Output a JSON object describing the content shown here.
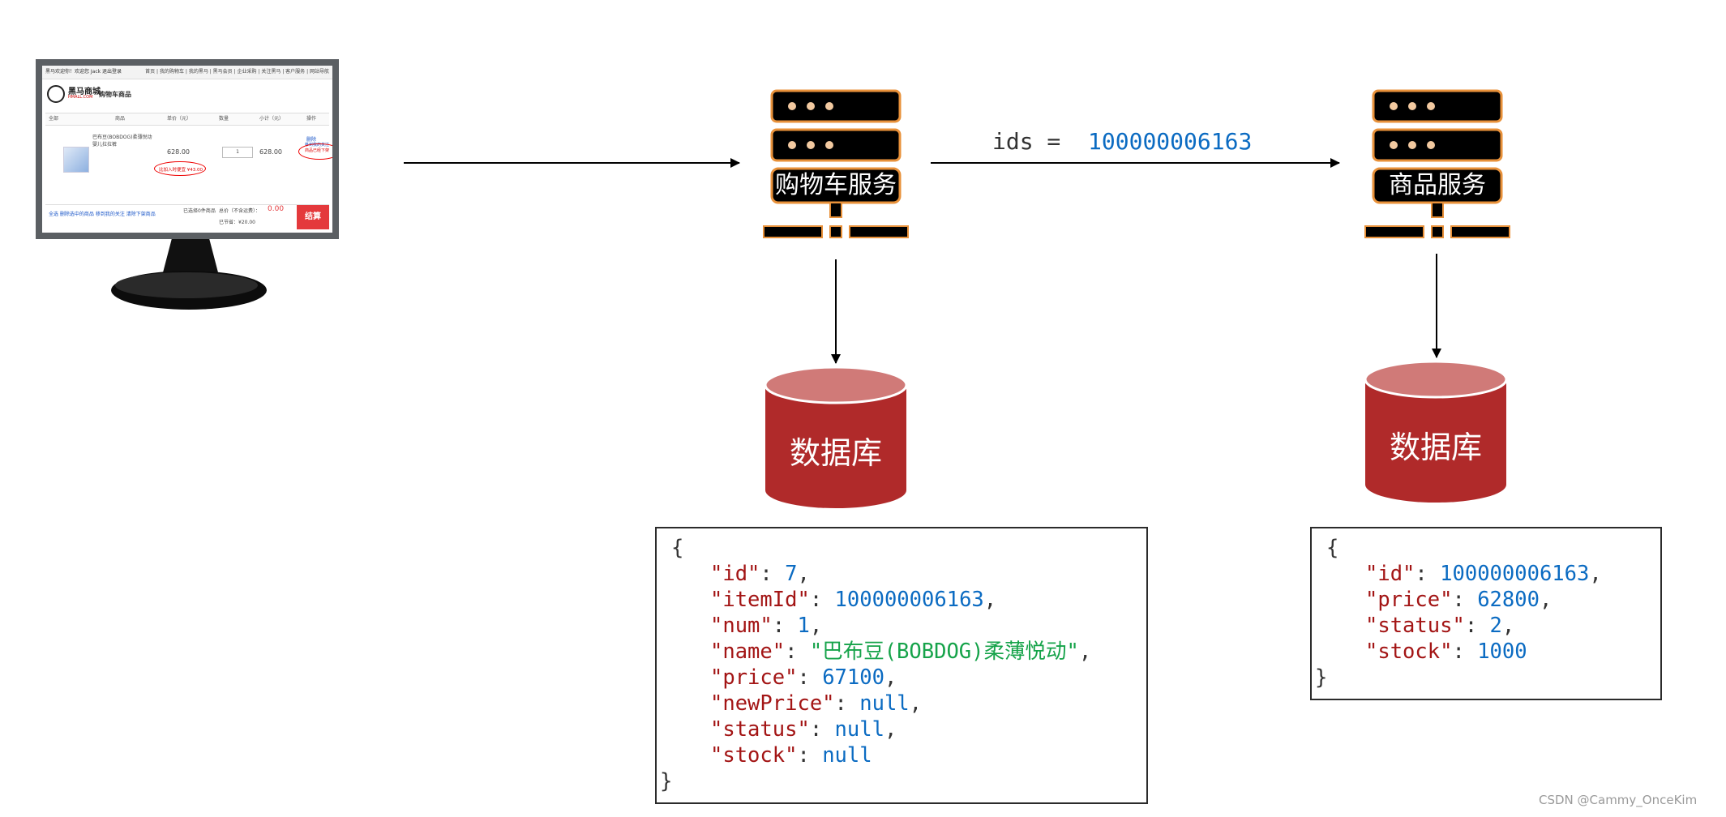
{
  "colors": {
    "server_fill": "#000000",
    "server_outline": "#e8913a",
    "server_dot": "#f2c9a0",
    "db_body": "#b02a2a",
    "db_top": "#d07a78",
    "db_rim": "#ffffff",
    "arrow": "#000000",
    "json_key": "#a31515",
    "json_number": "#0b6bc2",
    "json_string": "#16a34a"
  },
  "browser": {
    "topbar_left": "黑马欢迎你！欢迎您 Jack 退出登录",
    "topbar_right": "首页 | 我的购物车 | 我的黑马 | 黑马会员 | 企业采购 | 关注黑马 | 客户服务 | 网站导航",
    "brand": "黑马商城",
    "brand_sub": "HMALL.COM",
    "title": "购物车商品",
    "headers": [
      "全部",
      "商品",
      "单价（元）",
      "数量",
      "小计（元）",
      "操作"
    ],
    "item_name": "巴布豆(BOBDOG)柔薄悦动婴儿拉拉裤",
    "unit_price": "628.00",
    "subtotal": "628.00",
    "qty": "1",
    "price_note": "比加入时便宜 ¥43.00",
    "ops": [
      "删除",
      "移到我的关注",
      "商品已经下架"
    ],
    "footer_left": "全选  删除选中的商品  移到我的关注  清除下架商品",
    "footer_selected": "已选择0件商品",
    "footer_total_label": "总价（不含运费）：",
    "footer_total": "0.00",
    "footer_saved": "已节省：¥20.00",
    "checkout": "结算"
  },
  "cart_service": {
    "label": "购物车服务"
  },
  "product_service": {
    "label": "商品服务"
  },
  "db_left": {
    "label": "数据库"
  },
  "db_right": {
    "label": "数据库"
  },
  "request": {
    "key": "ids = ",
    "value": "100000006163"
  },
  "cart_json": {
    "open": "{",
    "close": "}",
    "fields": [
      {
        "key": "\"id\"",
        "value": "7",
        "type": "number",
        "comma": ","
      },
      {
        "key": "\"itemId\"",
        "value": "100000006163",
        "type": "number",
        "comma": ","
      },
      {
        "key": "\"num\"",
        "value": "1",
        "type": "number",
        "comma": ","
      },
      {
        "key": "\"name\"",
        "value": "\"巴布豆(BOBDOG)柔薄悦动\"",
        "type": "string",
        "comma": ","
      },
      {
        "key": "\"price\"",
        "value": "67100",
        "type": "number",
        "comma": ","
      },
      {
        "key": "\"newPrice\"",
        "value": "null",
        "type": "number",
        "comma": ","
      },
      {
        "key": "\"status\"",
        "value": "null",
        "type": "number",
        "comma": ","
      },
      {
        "key": "\"stock\"",
        "value": "null",
        "type": "number",
        "comma": ""
      }
    ]
  },
  "item_json": {
    "open": "{",
    "close": "}",
    "fields": [
      {
        "key": "\"id\"",
        "value": "100000006163",
        "type": "number",
        "comma": ","
      },
      {
        "key": "\"price\"",
        "value": "62800",
        "type": "number",
        "comma": ","
      },
      {
        "key": "\"status\"",
        "value": "2",
        "type": "number",
        "comma": ","
      },
      {
        "key": "\"stock\"",
        "value": "1000",
        "type": "number",
        "comma": ""
      }
    ]
  },
  "credit": "CSDN @Cammy_OnceKim"
}
